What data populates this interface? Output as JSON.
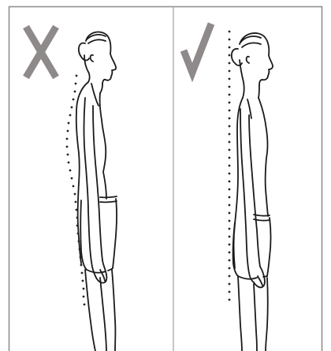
{
  "panels": [
    {
      "id": "incorrect",
      "symbol": "X",
      "symbol_icon": "cross-mark-icon",
      "symbol_color": "#8e8a89"
    },
    {
      "id": "correct",
      "symbol": "✓",
      "symbol_icon": "check-mark-icon",
      "symbol_color": "#8e8a89"
    }
  ],
  "colors": {
    "border": "#8f8f8f",
    "divider": "#9c9c9c",
    "stroke": "#1a1a1a",
    "dots": "#222222",
    "background": "#ffffff"
  }
}
